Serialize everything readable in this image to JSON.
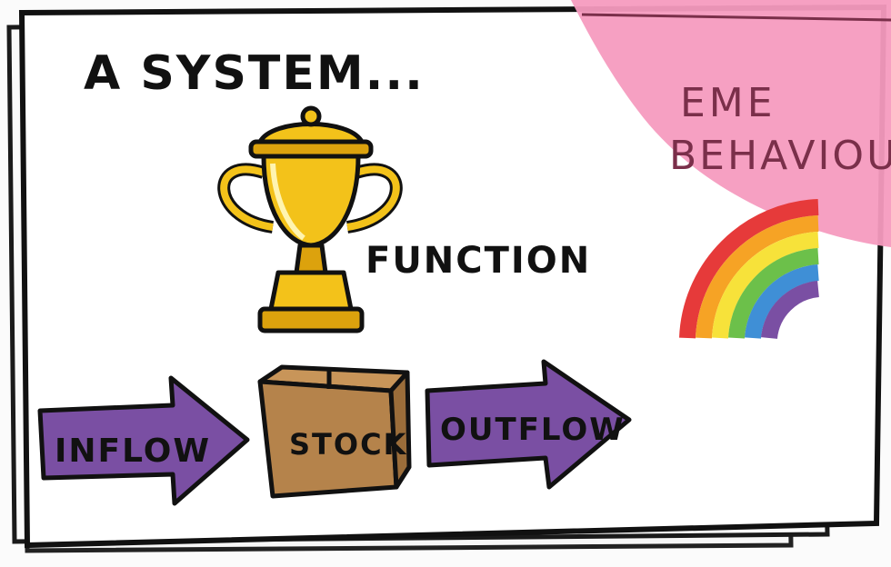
{
  "heading": "A SYSTEM...",
  "function_label": "FUNCTION",
  "inflow_label": "INFLOW",
  "stock_label": "STOCK",
  "outflow_label": "OUTFLOW",
  "emergent_label_line1": "EME",
  "emergent_label_line2": "BEHAVIOU",
  "colors": {
    "arrow_fill": "#7a4fa3",
    "box_fill": "#b5834b",
    "trophy_fill": "#f3c21a",
    "trophy_shade": "#dca20d",
    "pink_band": "#f59bbf",
    "pink_text": "#7a2f4a",
    "rainbow": [
      "#e63a3a",
      "#f6a325",
      "#f7e23a",
      "#6cc04a",
      "#3f8fd6",
      "#7a4fa3"
    ]
  }
}
